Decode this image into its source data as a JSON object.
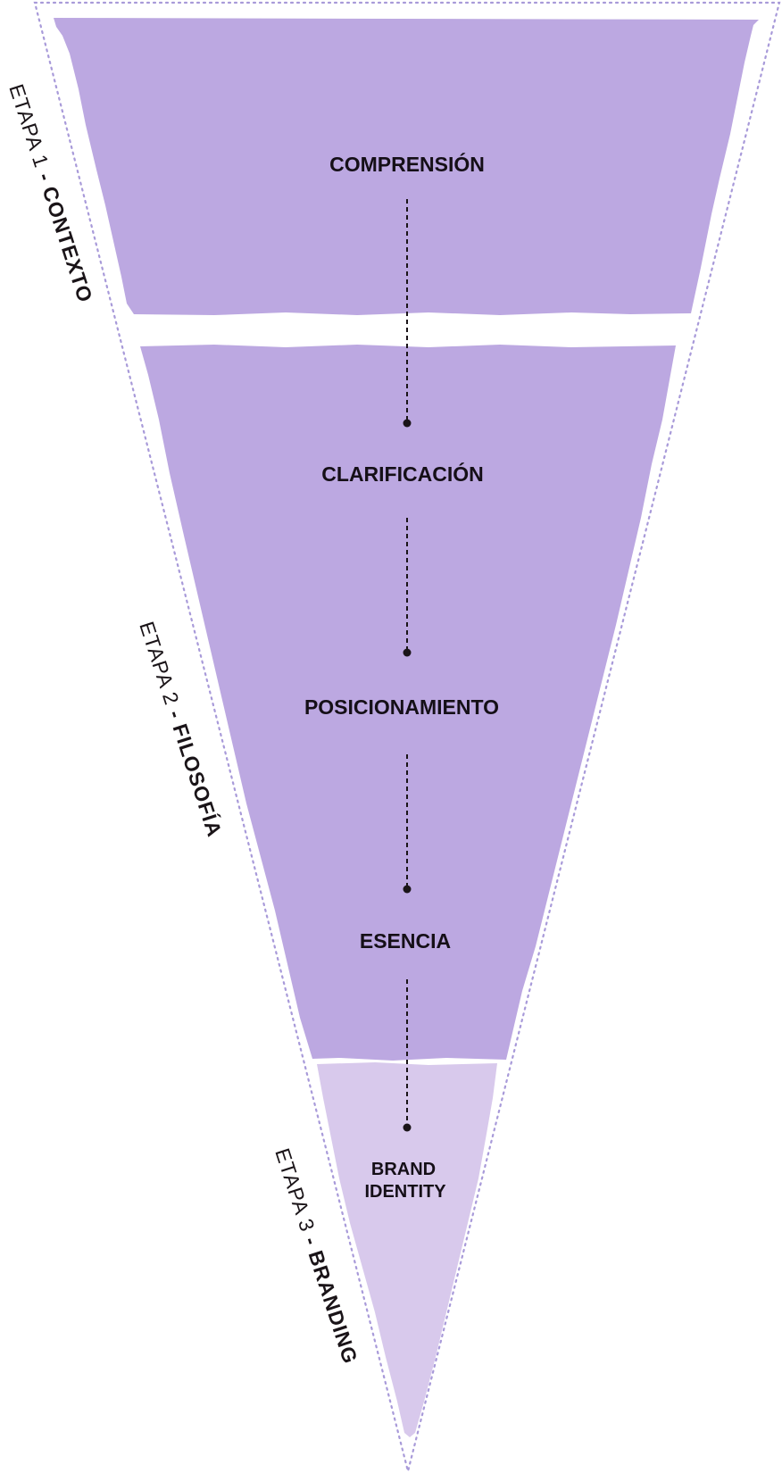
{
  "colors": {
    "band_primary": "#bca8e1",
    "band_light": "#d8c9ec",
    "outline": "#a89ad9",
    "connector": "#1a1418",
    "text": "#150f17"
  },
  "stages": [
    {
      "prefix": "ETAPA 1",
      "separator": " - ",
      "name": "CONTEXTO"
    },
    {
      "prefix": "ETAPA 2",
      "separator": " - ",
      "name": "FILOSOFÍA"
    },
    {
      "prefix": "ETAPA 3",
      "separator": " - ",
      "name": "BRANDING"
    }
  ],
  "nodes": {
    "comprension": "COMPRENSIÓN",
    "clarificacion": "CLARIFICACIÓN",
    "posicionamiento": "POSICIONAMIENTO",
    "esencia": "ESENCIA",
    "brand_line1": "BRAND",
    "brand_line2": "IDENTITY"
  }
}
